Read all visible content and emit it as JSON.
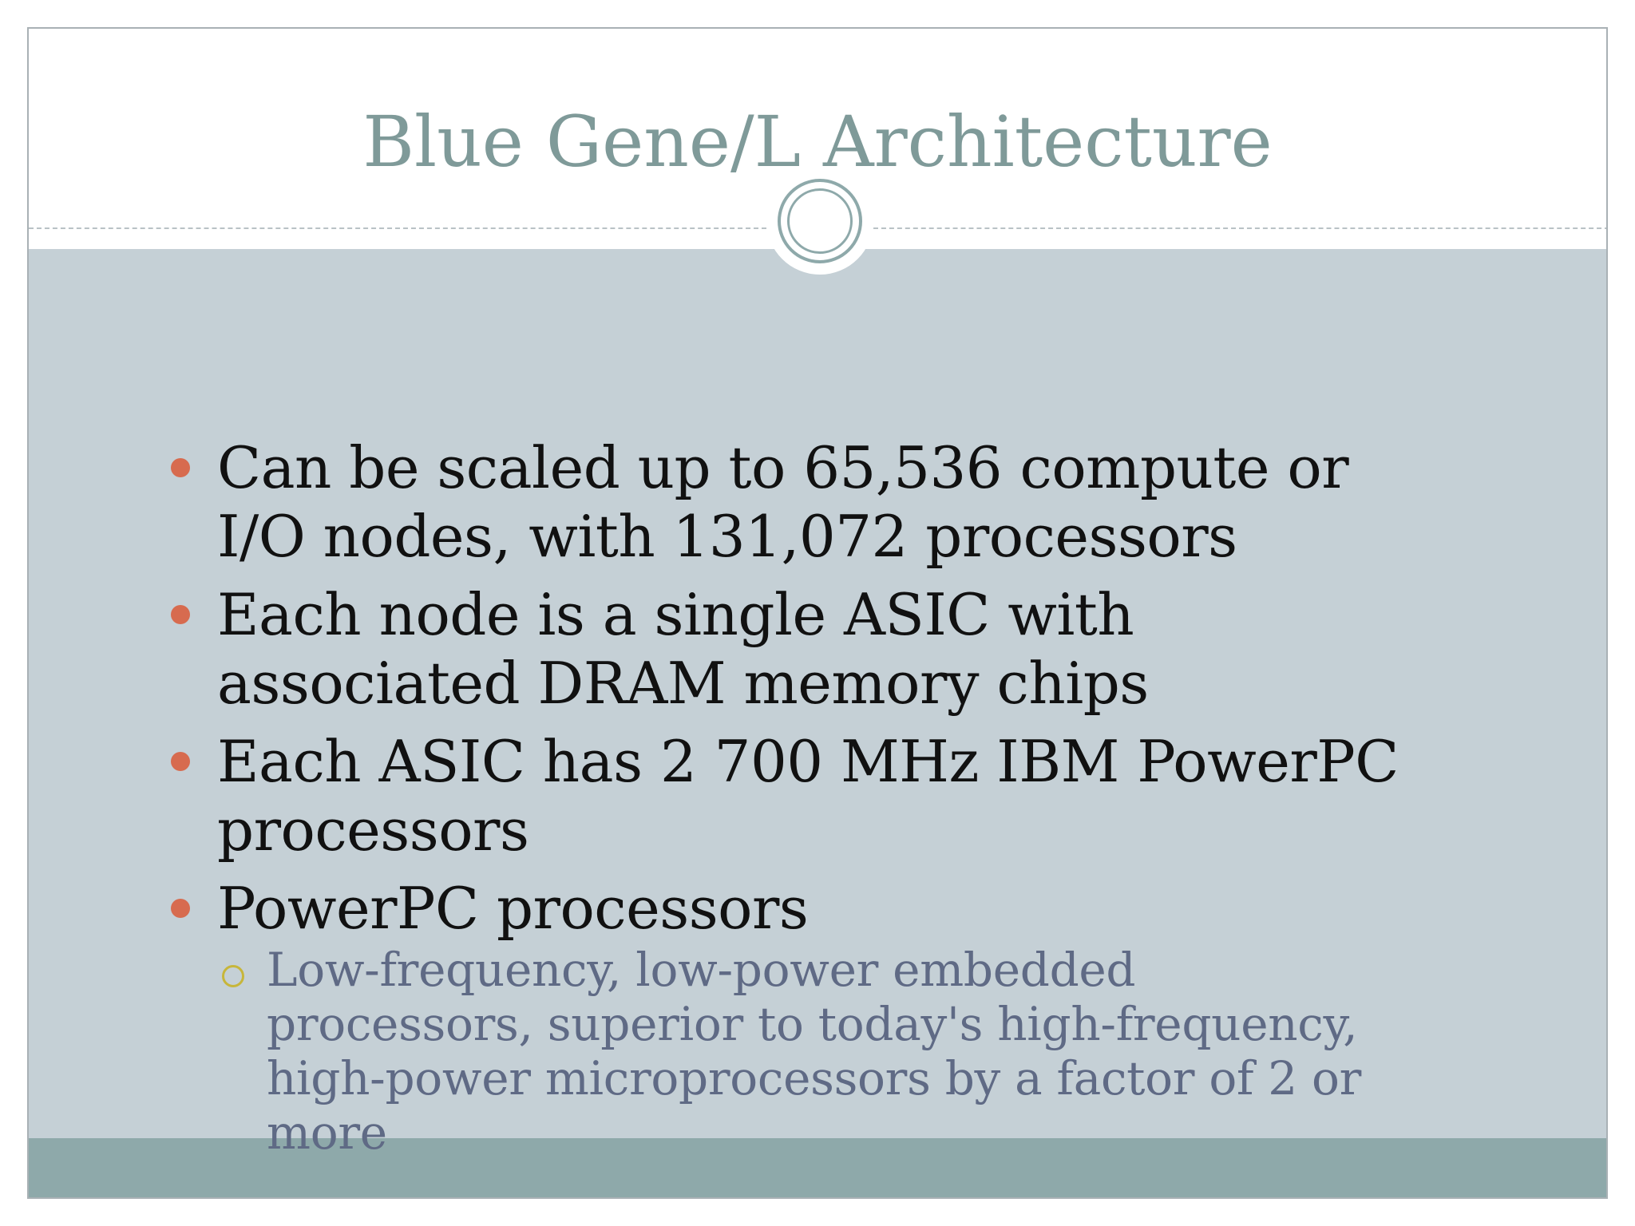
{
  "slide": {
    "title": "Blue Gene/L Architecture",
    "bullets": [
      "Can be scaled up to 65,536 compute or I/O nodes, with 131,072 processors",
      "Each node is a single ASIC with associated DRAM memory chips",
      "Each ASIC has 2 700 MHz IBM PowerPC processors",
      "PowerPC processors"
    ],
    "sub_bullets": [
      "Low-frequency, low-power embedded processors, superior to today's high-frequency, high-power microprocessors by a factor of 2 or more"
    ]
  },
  "colors": {
    "title": "#7f9a99",
    "content_background": "#c5d0d6",
    "footer_bar": "#8ea9aa",
    "bullet_marker": "#d76b4f",
    "sub_bullet_marker": "#c7b63b",
    "sub_bullet_text": "#5f6a85"
  },
  "icons": {
    "ornament": "double-circle-icon",
    "bullet": "filled-circle-bullet-icon",
    "sub_bullet": "hollow-circle-bullet-icon"
  }
}
